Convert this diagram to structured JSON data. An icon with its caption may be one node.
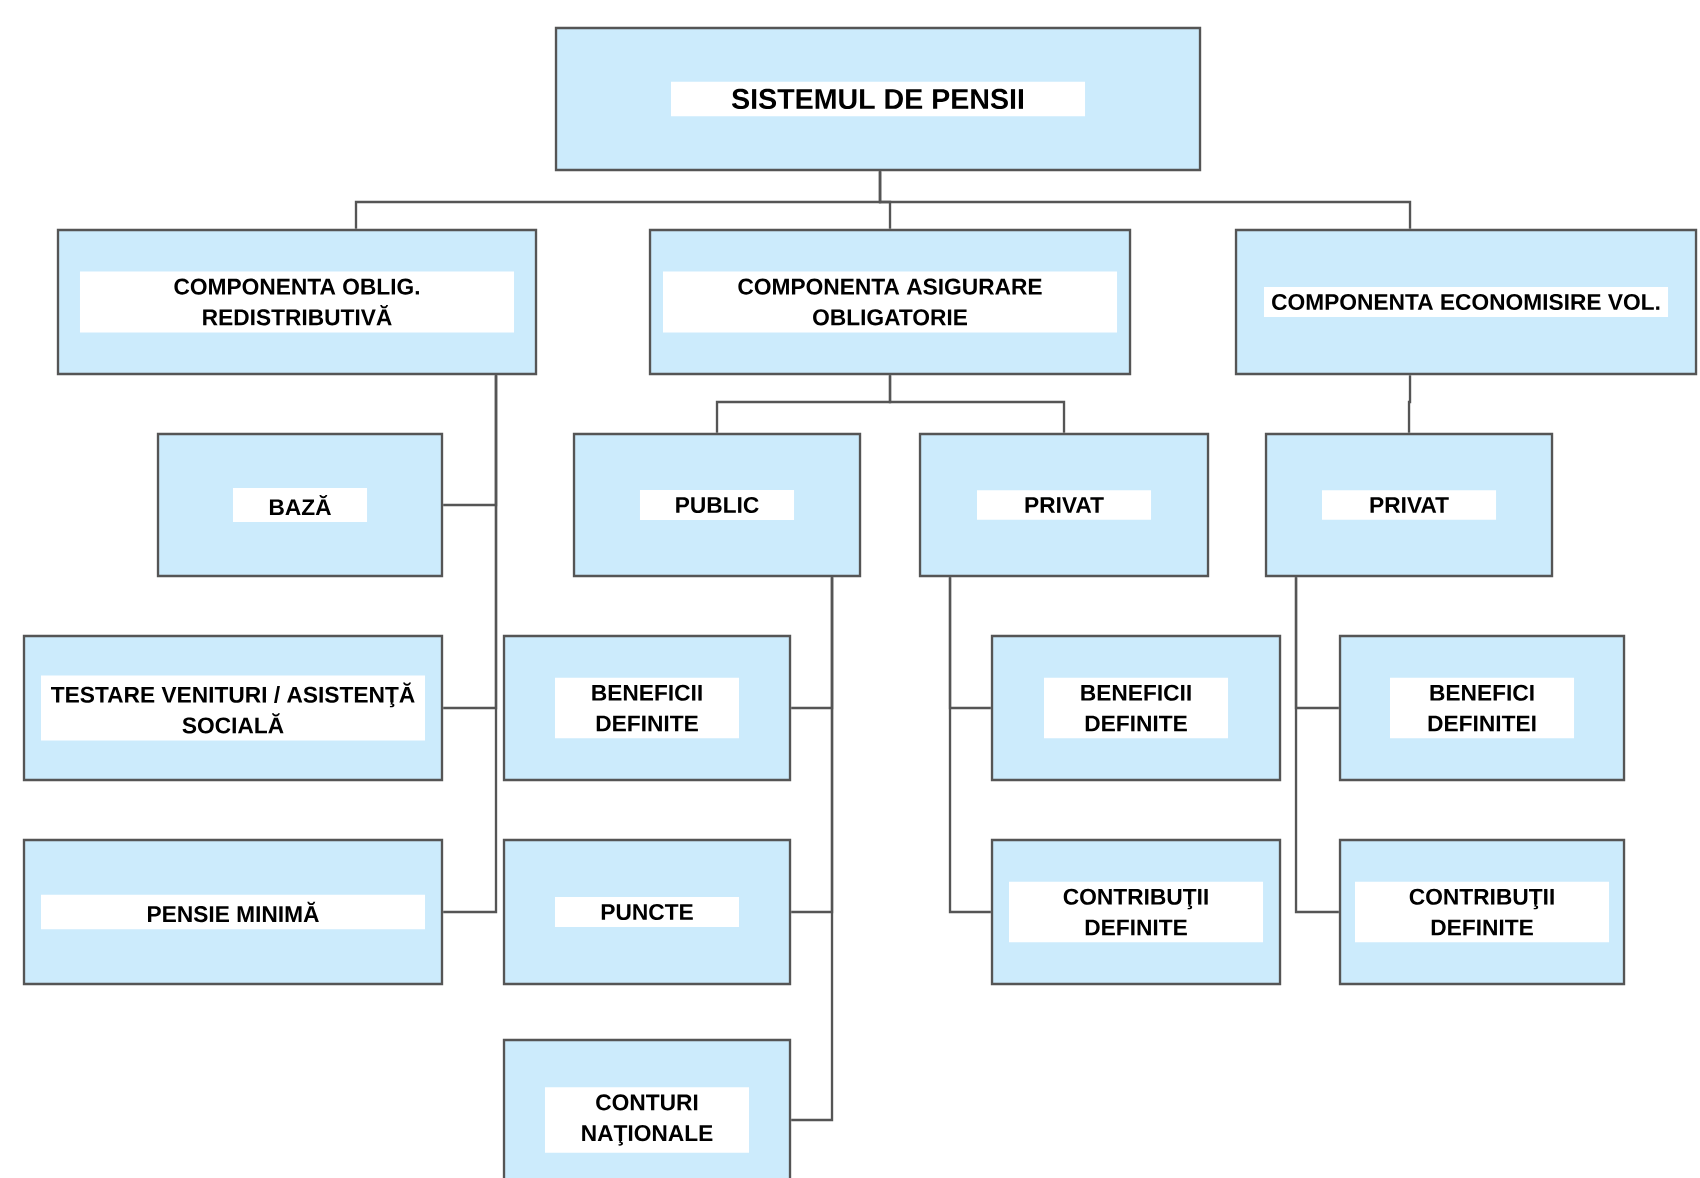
{
  "diagram": {
    "nodes": [
      {
        "text": [
          "SISTEMUL DE PENSII"
        ]
      },
      {
        "text": [
          "COMPONENTA OBLIG. REDISTRIBUTIVĂ"
        ]
      },
      {
        "text": [
          "COMPONENTA ASIGURARE OBLIGATORIE"
        ]
      },
      {
        "text": [
          "COMPONENTA ECONOMISIRE VOL."
        ]
      },
      {
        "text": [
          "BAZĂ"
        ]
      },
      {
        "text": [
          "PUBLIC"
        ]
      },
      {
        "text": [
          "PRIVAT"
        ]
      },
      {
        "text": [
          "PRIVAT"
        ]
      },
      {
        "text": [
          "TESTARE VENITURI / ASISTENŢĂ SOCIALĂ"
        ]
      },
      {
        "text": [
          "BENEFICII DEFINITE"
        ]
      },
      {
        "text": [
          "BENEFICII DEFINITE"
        ]
      },
      {
        "text": [
          "BENEFICI DEFINITEI"
        ]
      },
      {
        "text": [
          "PENSIE MINIMĂ"
        ]
      },
      {
        "text": [
          "PUNCTE"
        ]
      },
      {
        "text": [
          "CONTRIBUŢII DEFINITE"
        ]
      },
      {
        "text": [
          "CONTRIBUŢII DEFINITE"
        ]
      },
      {
        "text": [
          "CONTURI NAŢIONALE"
        ]
      }
    ],
    "edges": [
      {
        "from": 0,
        "to": 1,
        "arrow": "none"
      },
      {
        "from": 0,
        "to": 2,
        "arrow": "none"
      },
      {
        "from": 0,
        "to": 3,
        "arrow": "none"
      },
      {
        "from": 1,
        "to": 4,
        "arrow": "none"
      },
      {
        "from": 1,
        "to": 8,
        "arrow": "none"
      },
      {
        "from": 1,
        "to": 12,
        "arrow": "none"
      },
      {
        "from": 2,
        "to": 5,
        "arrow": "none"
      },
      {
        "from": 2,
        "to": 6,
        "arrow": "none"
      },
      {
        "from": 3,
        "to": 7,
        "arrow": "none"
      },
      {
        "from": 5,
        "to": 9,
        "arrow": "none"
      },
      {
        "from": 5,
        "to": 13,
        "arrow": "none"
      },
      {
        "from": 5,
        "to": 16,
        "arrow": "none"
      },
      {
        "from": 6,
        "to": 10,
        "arrow": "none"
      },
      {
        "from": 6,
        "to": 14,
        "arrow": "none"
      },
      {
        "from": 7,
        "to": 11,
        "arrow": "none"
      },
      {
        "from": 7,
        "to": 15,
        "arrow": "none"
      }
    ]
  }
}
